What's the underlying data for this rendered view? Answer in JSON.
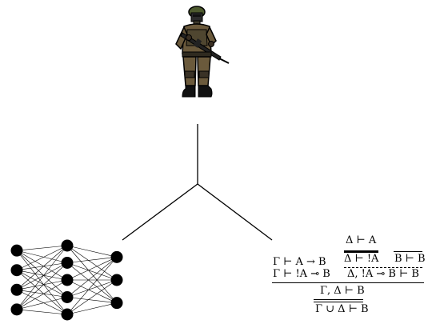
{
  "diagram": {
    "top_node": {
      "icon": "soldier-icon"
    },
    "left_node": {
      "icon": "neural-network-icon",
      "layers": [
        {
          "neurons": 4
        },
        {
          "neurons": 5
        },
        {
          "neurons": 3
        }
      ]
    },
    "right_node": {
      "icon": "proof-tree-icon",
      "proof": {
        "left_premise_line1": "Γ ⊢ A → B",
        "left_premise_line2": "Γ ⊢ !A ⊸ B",
        "delta_axiom": "Δ ⊢ A",
        "delta_bang": "Δ ⊢ !A",
        "b_axiom": "B ⊢ B",
        "cut_result": "Δ, !A ⊸ B ⊢ B",
        "mid_conclusion": "Γ, Δ ⊢ B",
        "final_conclusion": "Γ ∪ Δ ⊢ B"
      }
    }
  }
}
